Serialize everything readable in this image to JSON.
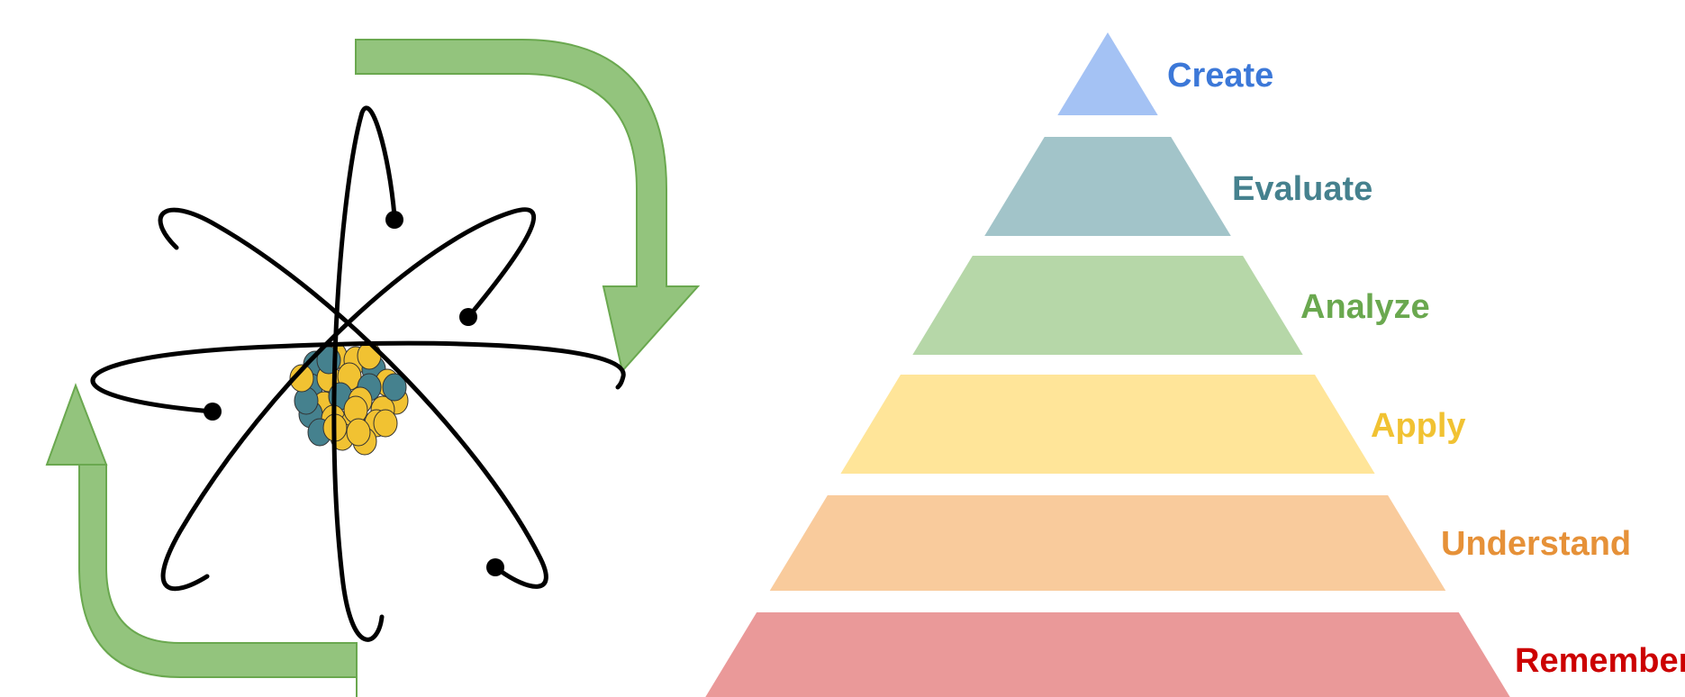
{
  "pyramid": {
    "levels": [
      {
        "label": "Create",
        "fill": "#a4c2f4",
        "text_color": "#3c78d8"
      },
      {
        "label": "Evaluate",
        "fill": "#a2c4c9",
        "text_color": "#45818e"
      },
      {
        "label": "Analyze",
        "fill": "#b6d7a8",
        "text_color": "#6aa84f"
      },
      {
        "label": "Apply",
        "fill": "#ffe599",
        "text_color": "#f1c232"
      },
      {
        "label": "Understand",
        "fill": "#f9cb9c",
        "text_color": "#e69138"
      },
      {
        "label": "Remember",
        "fill": "#ea9999",
        "text_color": "#cc0000"
      }
    ]
  },
  "cycle_arrows": {
    "color": "#93c47d",
    "stroke": "#6aa84f"
  },
  "atom": {
    "orbit_color": "#000000",
    "nucleus_colors": [
      "#f1c232",
      "#45818e"
    ]
  }
}
